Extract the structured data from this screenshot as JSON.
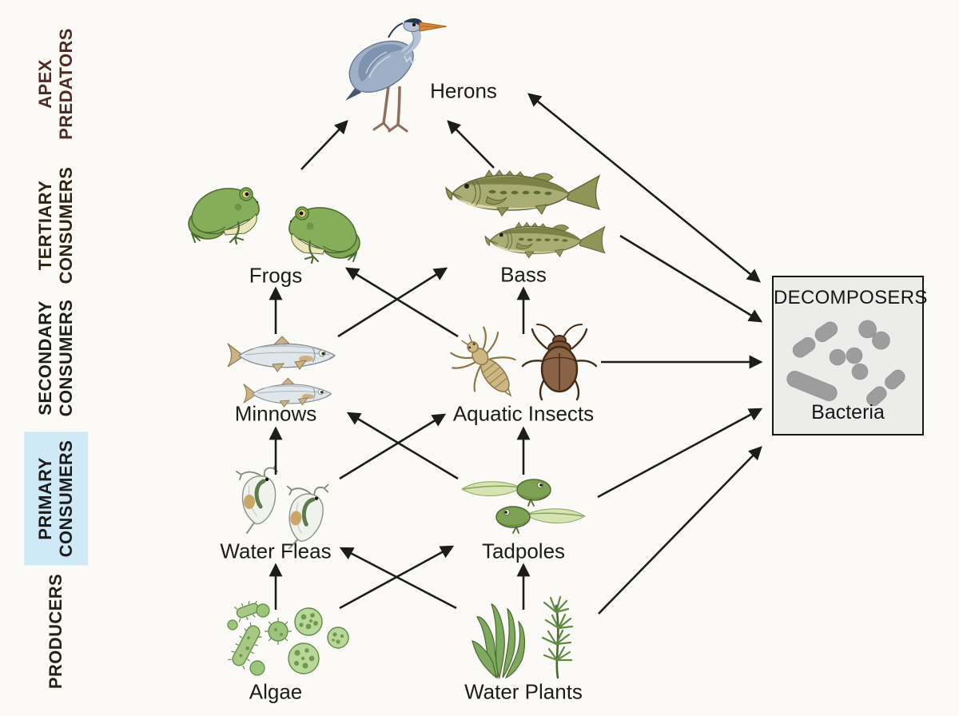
{
  "colors": {
    "background": "#fbfaf7",
    "arrow": "#1c1c1c",
    "text": "#1c1c1c",
    "apex_label_text": "#4e2b25",
    "primary_consumers_highlight": "#cfe9f6",
    "decomposers_box_bg": "#ececea",
    "decomposers_box_border": "#161616"
  },
  "trophic_levels": [
    {
      "id": "apex",
      "text": "APEX\nPREDATORS",
      "highlighted": false
    },
    {
      "id": "tertiary",
      "text": "TERTIARY\nCONSUMERS",
      "highlighted": false
    },
    {
      "id": "secondary",
      "text": "SECONDARY\nCONSUMERS",
      "highlighted": false
    },
    {
      "id": "primary",
      "text": "PRIMARY\nCONSUMERS",
      "highlighted": true
    },
    {
      "id": "producers",
      "text": "PRODUCERS",
      "highlighted": false
    }
  ],
  "nodes": [
    {
      "id": "herons",
      "label": "Herons",
      "trophic_level": "apex"
    },
    {
      "id": "frogs",
      "label": "Frogs",
      "trophic_level": "tertiary"
    },
    {
      "id": "bass",
      "label": "Bass",
      "trophic_level": "tertiary"
    },
    {
      "id": "minnows",
      "label": "Minnows",
      "trophic_level": "secondary"
    },
    {
      "id": "aquatic_insects",
      "label": "Aquatic Insects",
      "trophic_level": "secondary"
    },
    {
      "id": "water_fleas",
      "label": "Water Fleas",
      "trophic_level": "primary"
    },
    {
      "id": "tadpoles",
      "label": "Tadpoles",
      "trophic_level": "primary"
    },
    {
      "id": "algae",
      "label": "Algae",
      "trophic_level": "producers"
    },
    {
      "id": "water_plants",
      "label": "Water Plants",
      "trophic_level": "producers"
    }
  ],
  "decomposers": {
    "title": "DECOMPOSERS",
    "organism": "Bacteria"
  },
  "edges": [
    {
      "from": "frogs",
      "to": "herons"
    },
    {
      "from": "bass",
      "to": "herons"
    },
    {
      "from": "minnows",
      "to": "frogs"
    },
    {
      "from": "aquatic_insects",
      "to": "bass"
    },
    {
      "from": "minnows",
      "to": "bass"
    },
    {
      "from": "aquatic_insects",
      "to": "frogs"
    },
    {
      "from": "water_fleas",
      "to": "minnows"
    },
    {
      "from": "tadpoles",
      "to": "aquatic_insects"
    },
    {
      "from": "water_fleas",
      "to": "aquatic_insects"
    },
    {
      "from": "tadpoles",
      "to": "minnows"
    },
    {
      "from": "algae",
      "to": "water_fleas"
    },
    {
      "from": "water_plants",
      "to": "tadpoles"
    },
    {
      "from": "algae",
      "to": "tadpoles"
    },
    {
      "from": "water_plants",
      "to": "water_fleas"
    },
    {
      "from": "herons",
      "to": "decomposers",
      "double_headed": true
    },
    {
      "from": "bass",
      "to": "decomposers"
    },
    {
      "from": "aquatic_insects",
      "to": "decomposers"
    },
    {
      "from": "tadpoles",
      "to": "decomposers"
    },
    {
      "from": "water_plants",
      "to": "decomposers"
    }
  ]
}
